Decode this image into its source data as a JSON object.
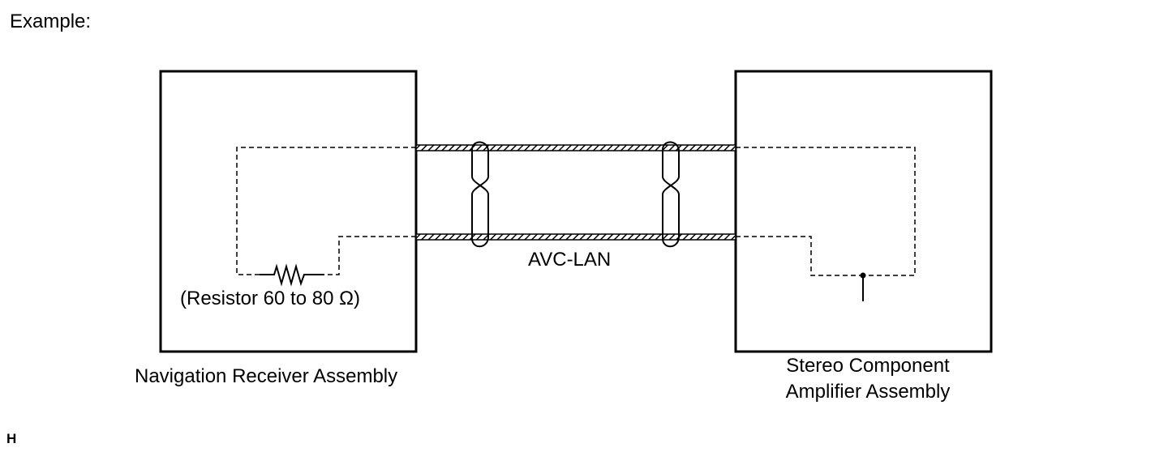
{
  "heading": "Example:",
  "corner_mark": "H",
  "bus_label": "AVC-LAN",
  "resistor_label": "(Resistor 60 to 80 Ω)",
  "left_device": {
    "label": "Navigation Receiver Assembly"
  },
  "right_device": {
    "label_lines": [
      "Stereo Component",
      "Amplifier Assembly"
    ]
  },
  "colors": {
    "line": "#000000",
    "background": "#ffffff"
  }
}
